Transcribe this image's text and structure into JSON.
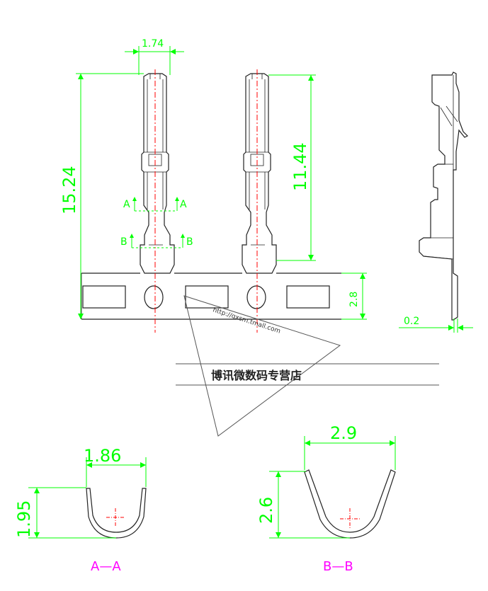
{
  "dimensions": {
    "width_top": "1.74",
    "total_length": "15.24",
    "contact_length": "11.44",
    "carrier_height": "2.8",
    "thickness": "0.2",
    "section_a_width": "1.86",
    "section_a_height": "1.95",
    "section_b_width": "2.9",
    "section_b_height": "2.6"
  },
  "section_marks": {
    "a": "A",
    "b": "B"
  },
  "section_labels": {
    "a": "A—A",
    "b": "B—B"
  },
  "watermark": {
    "url": "http://qxsm.tmall.com",
    "shop": "博讯微数码专营店"
  },
  "colors": {
    "dimension": "#00ff00",
    "centerline": "#ff0000",
    "section_label": "#ff00ff",
    "outline": "#222222"
  }
}
